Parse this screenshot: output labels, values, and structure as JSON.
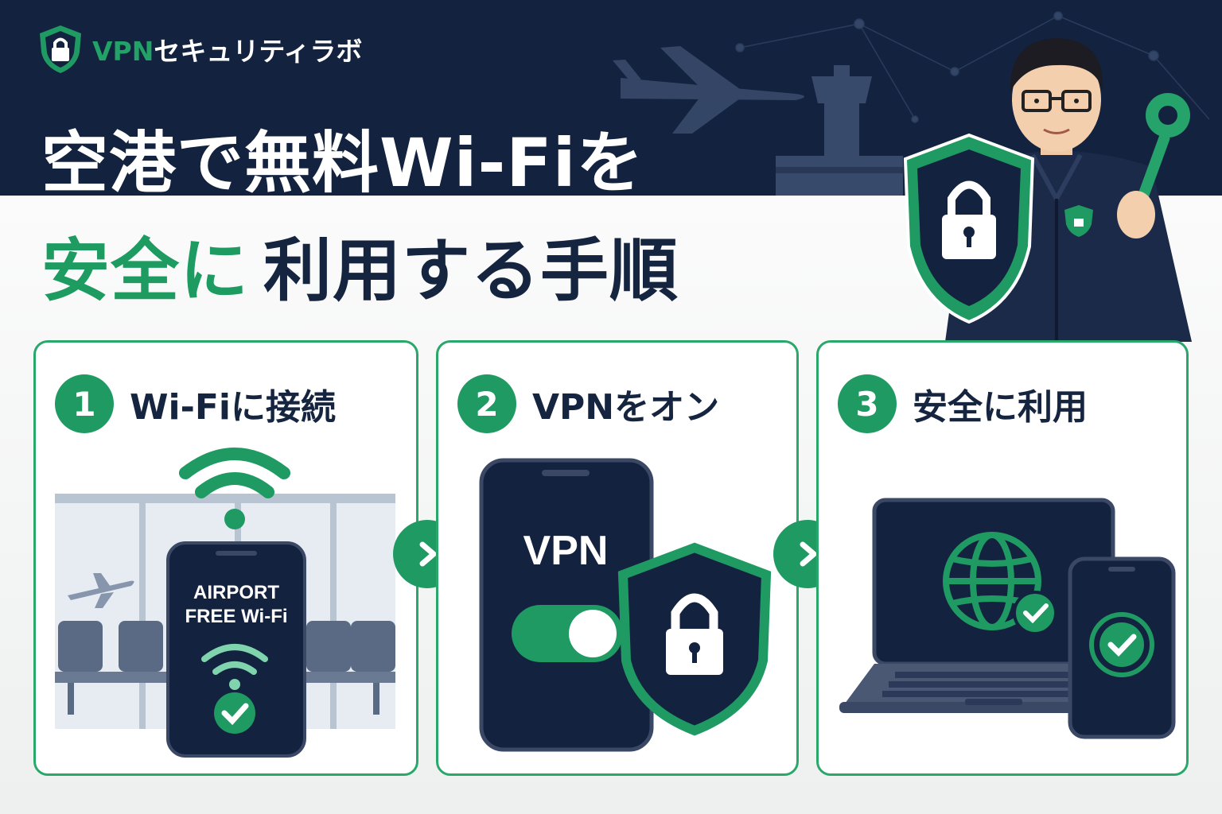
{
  "brand": {
    "name_accent": "VPN",
    "name_rest": "セキュリティラボ"
  },
  "title": {
    "line1": "空港で無料Wi-Fiを",
    "line2_accent": "安全に",
    "line2_rest": "利用する手順"
  },
  "steps": [
    {
      "number": "1",
      "label": "Wi-Fiに接続",
      "phone_text_line1": "AIRPORT",
      "phone_text_line2": "FREE Wi-Fi"
    },
    {
      "number": "2",
      "label": "VPNをオン",
      "phone_text": "VPN"
    },
    {
      "number": "3",
      "label": "安全に利用"
    }
  ],
  "icons": [
    "shield-lock-icon",
    "wifi-icon",
    "check-icon",
    "toggle-switch-icon",
    "globe-icon",
    "laptop-icon",
    "phone-icon",
    "key-icon",
    "airplane-icon",
    "control-tower-icon",
    "chevron-right-icon"
  ],
  "colors": {
    "navy": "#13223f",
    "green": "#1e9a62",
    "light_green": "#2aa86b",
    "background": "#f3f4f4"
  }
}
